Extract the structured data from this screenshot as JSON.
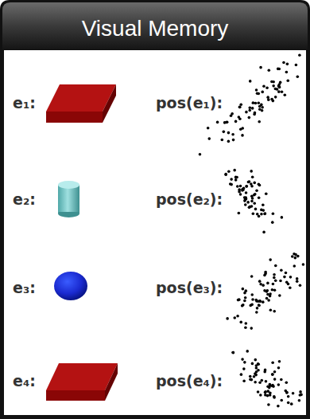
{
  "diagram": {
    "title": "Visual Memory",
    "labels": [
      "e₁:",
      "pos(e₁):",
      "e₂:",
      "pos(e₂):",
      "e₃:",
      "pos(e₃):",
      "e₄:",
      "pos(e₄):"
    ]
  }
}
